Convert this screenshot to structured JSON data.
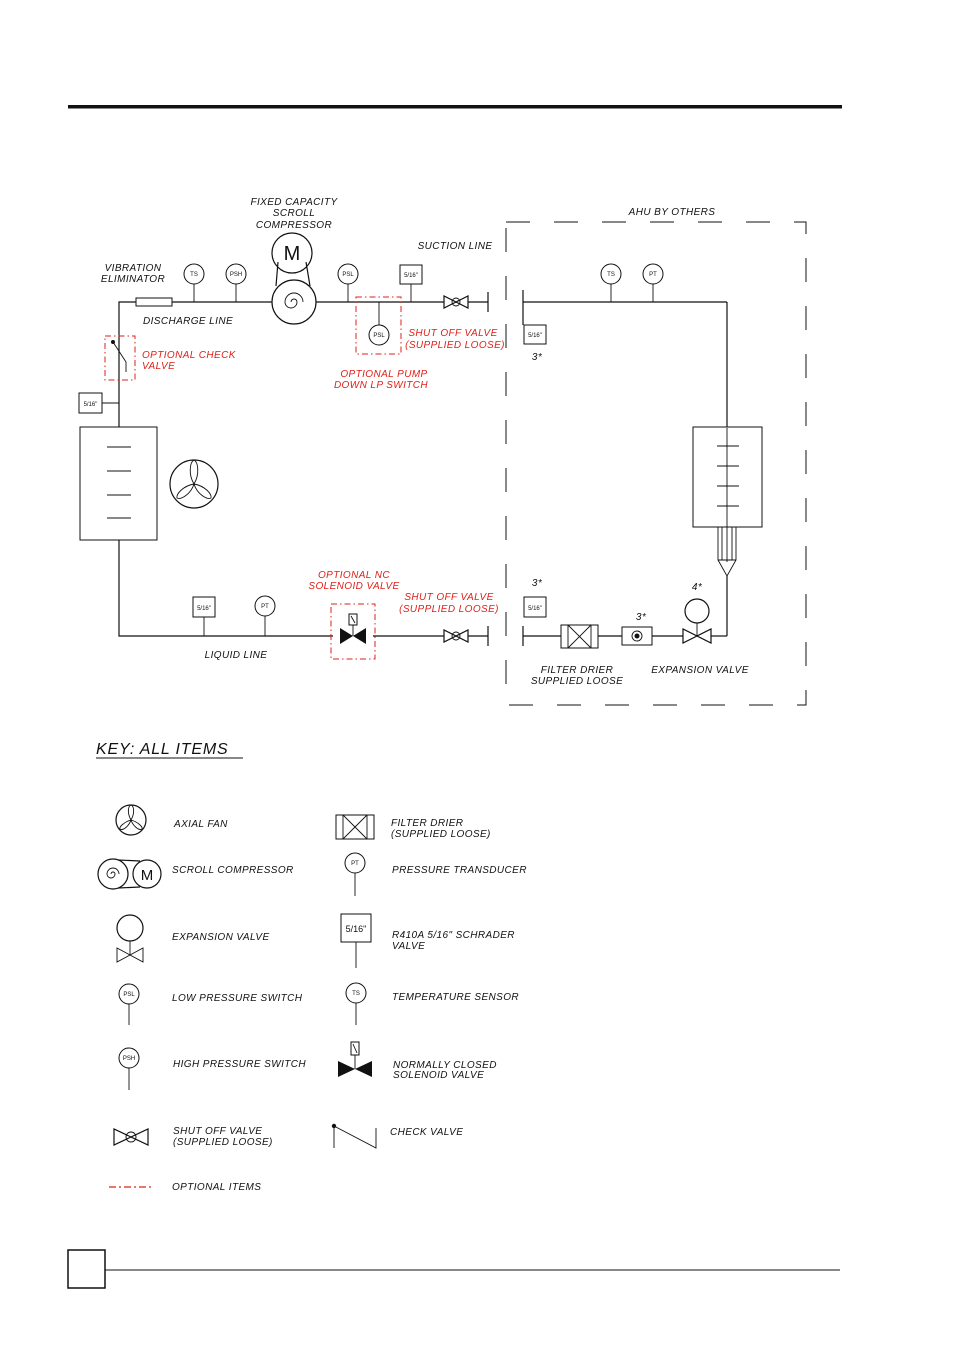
{
  "labels": {
    "compressor": [
      "FIXED CAPACITY",
      "SCROLL",
      "COMPRESSOR"
    ],
    "ahu": "AHU BY OTHERS",
    "suction_line": "SUCTION LINE",
    "vibration": [
      "VIBRATION",
      "ELIMINATOR"
    ],
    "discharge_line": "DISCHARGE LINE",
    "optional_check": [
      "OPTIONAL CHECK",
      "VALVE"
    ],
    "shut_off_top": [
      "SHUT OFF VALVE",
      "(SUPPLIED LOOSE)"
    ],
    "pump_down": [
      "OPTIONAL PUMP",
      "DOWN LP SWITCH"
    ],
    "optional_nc": [
      "OPTIONAL NC",
      "SOLENOID VALVE"
    ],
    "shut_off_bottom": [
      "SHUT OFF VALVE",
      "(SUPPLIED LOOSE)"
    ],
    "liquid_line": "LIQUID LINE",
    "filter_drier": [
      "FILTER DRIER",
      "SUPPLIED LOOSE"
    ],
    "expansion_valve": "EXPANSION VALVE",
    "note_3_top": "3*",
    "note_3_bottom": "3*",
    "note_3_filter": "3*",
    "note_4": "4*"
  },
  "tags": {
    "ts": "TS",
    "psh": "PSH",
    "psl": "PSL",
    "pt": "PT",
    "schrader": "5/16\"",
    "motor": "M"
  },
  "key": {
    "title": "KEY:  ALL  ITEMS",
    "axial_fan": "AXIAL FAN",
    "scroll_compressor": "SCROLL COMPRESSOR",
    "expansion_valve": "EXPANSION VALVE",
    "low_pressure_switch": "LOW PRESSURE SWITCH",
    "high_pressure_switch": "HIGH PRESSURE SWITCH",
    "shut_off_valve": [
      "SHUT OFF VALVE",
      "(SUPPLIED LOOSE)"
    ],
    "optional_items": "OPTIONAL ITEMS",
    "filter_drier": [
      "FILTER DRIER",
      "(SUPPLIED LOOSE)"
    ],
    "pressure_transducer": "PRESSURE TRANSDUCER",
    "schrader": [
      "R410A 5/16\" SCHRADER",
      "VALVE"
    ],
    "temperature_sensor": "TEMPERATURE SENSOR",
    "solenoid": [
      "NORMALLY CLOSED",
      "SOLENOID VALVE"
    ],
    "check_valve": "CHECK VALVE",
    "schrader_symbol": "5/16\""
  },
  "colors": {
    "optional": "#e0201a",
    "line": "#111111"
  }
}
